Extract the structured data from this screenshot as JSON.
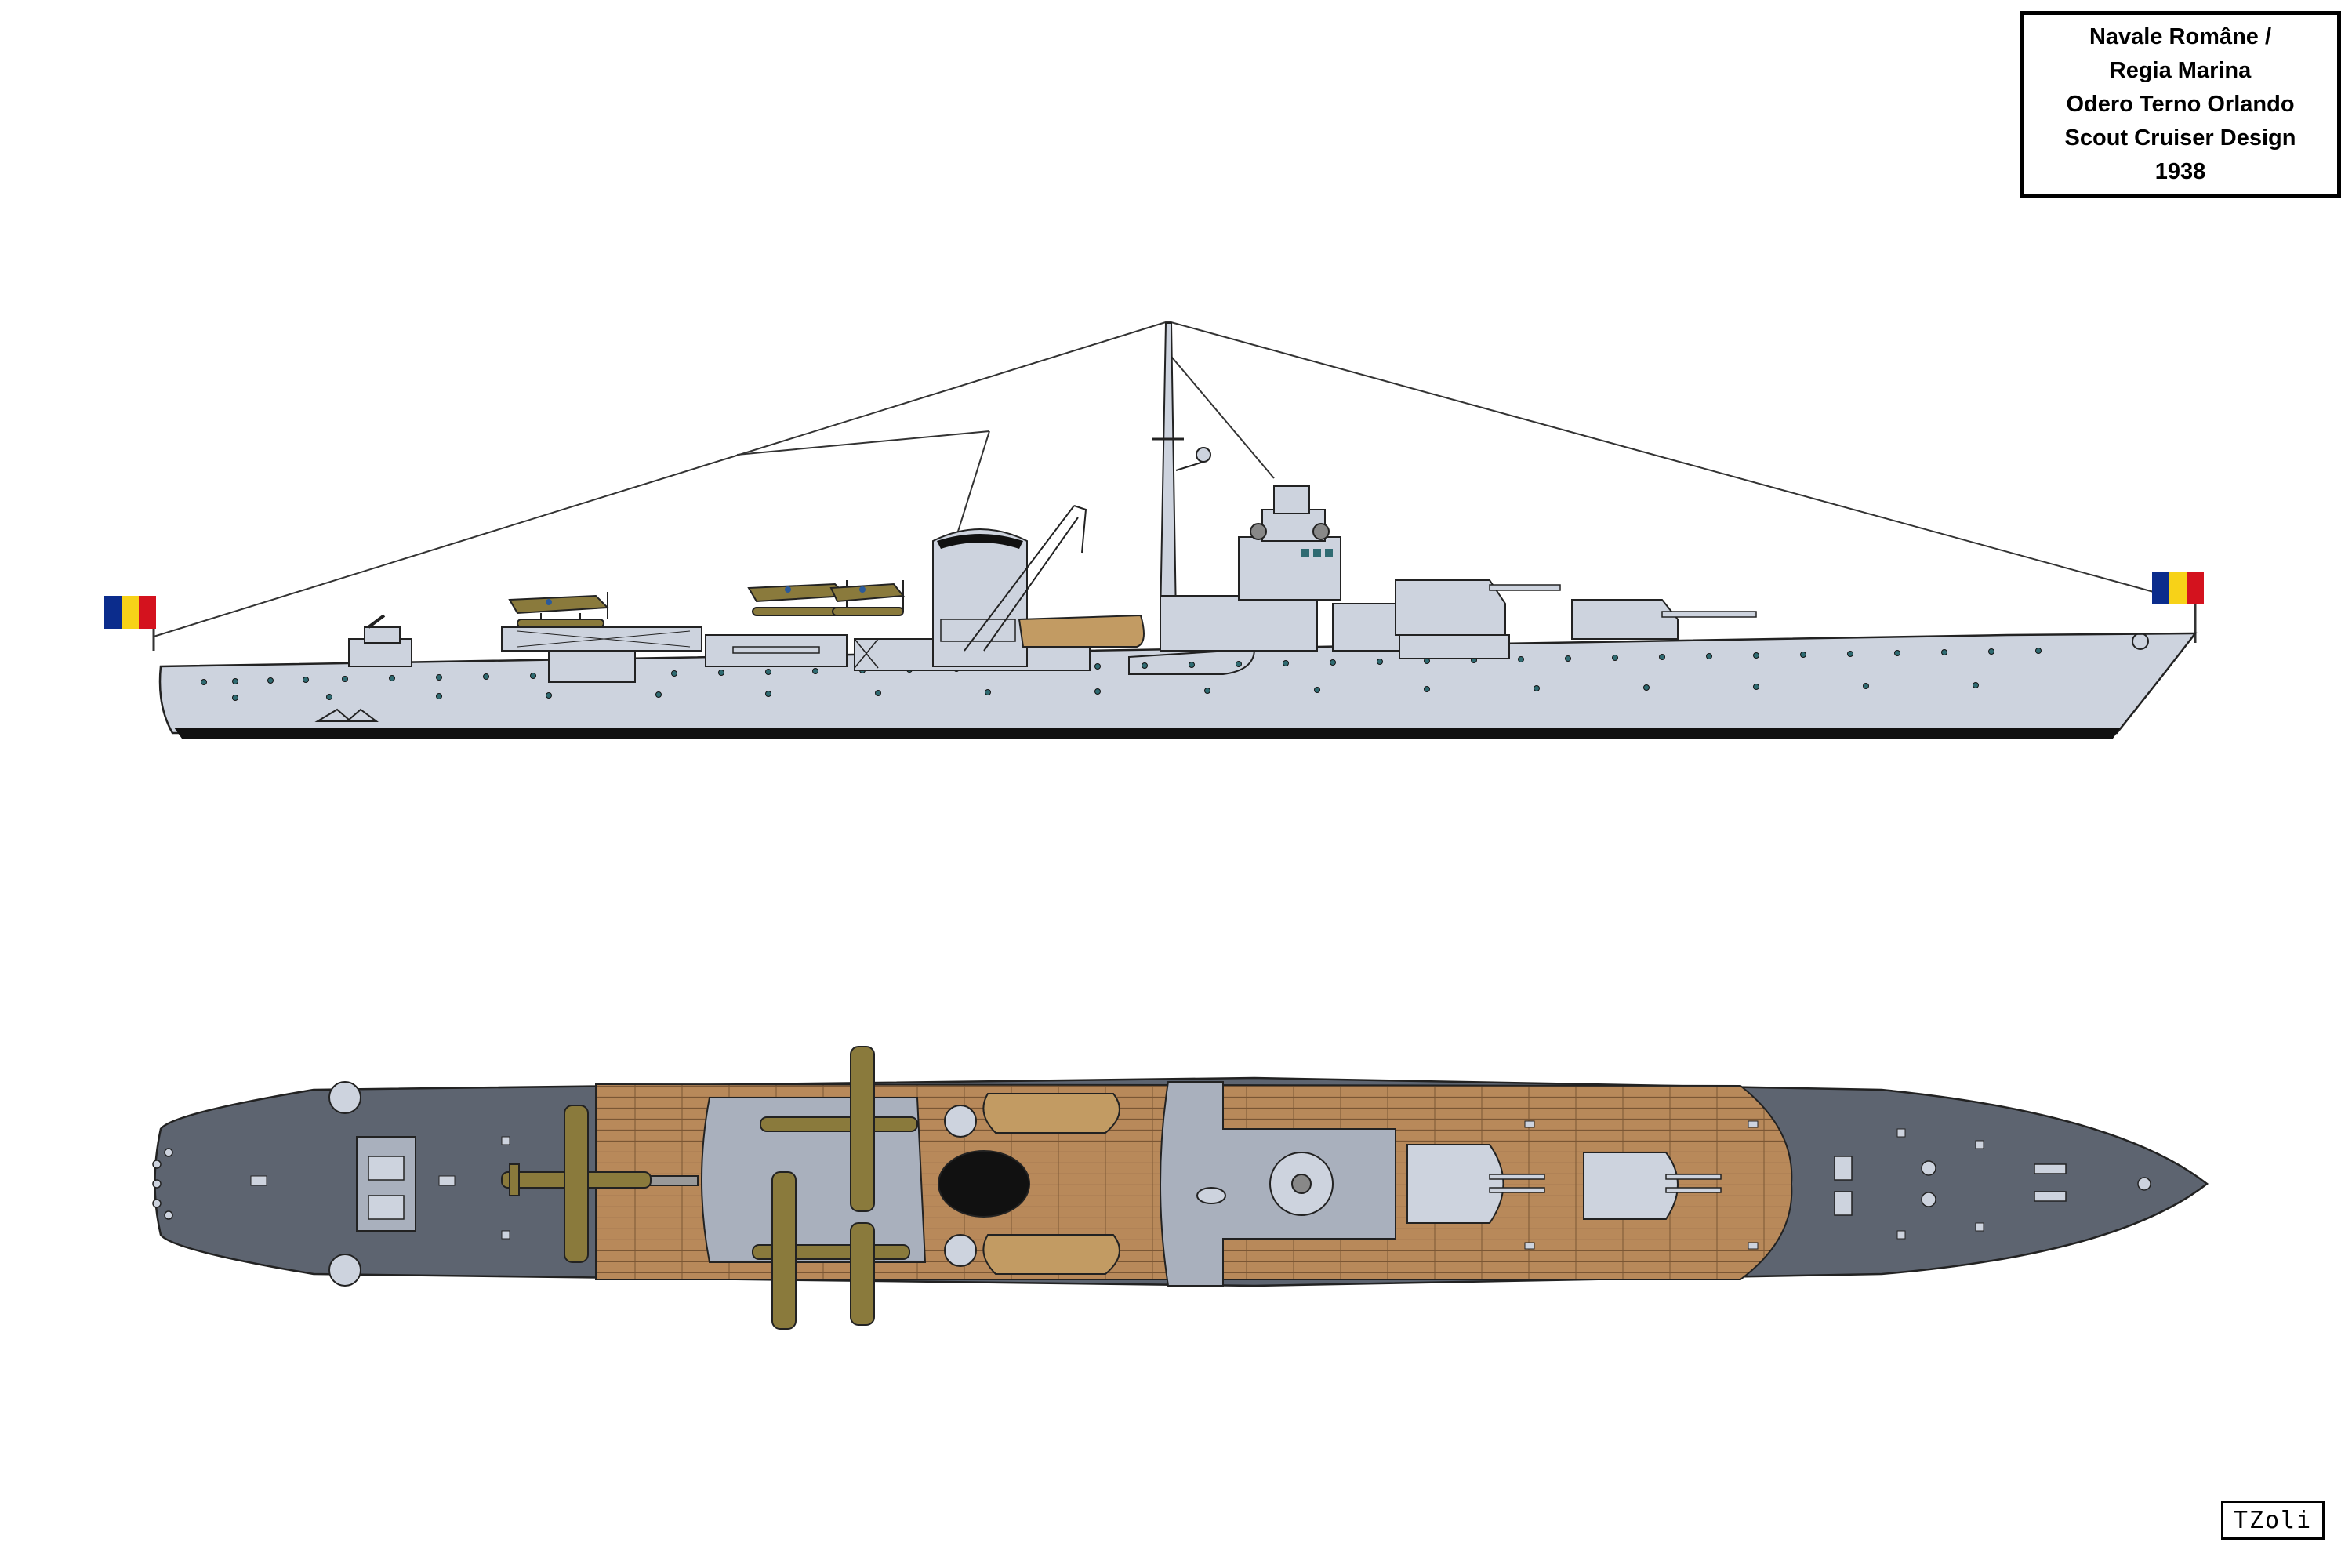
{
  "title_block": {
    "line1": "Navale Române /",
    "line2": "Regia Marina",
    "line3": "Odero Terno Orlando",
    "line4": "Scout Cruiser Design",
    "line5": "1938"
  },
  "signature": "TZoli",
  "colors": {
    "hull_light_grey": "#cdd3de",
    "deck_dark_grey": "#5d6470",
    "wood_deck": "#b8895a",
    "boot_topping": "#111111",
    "aircraft_olive": "#8a7a3c",
    "flag_blue": "#0b2c8c",
    "flag_yellow": "#f7d218",
    "flag_red": "#d4121e"
  },
  "views": [
    "profile-view",
    "plan-view"
  ]
}
